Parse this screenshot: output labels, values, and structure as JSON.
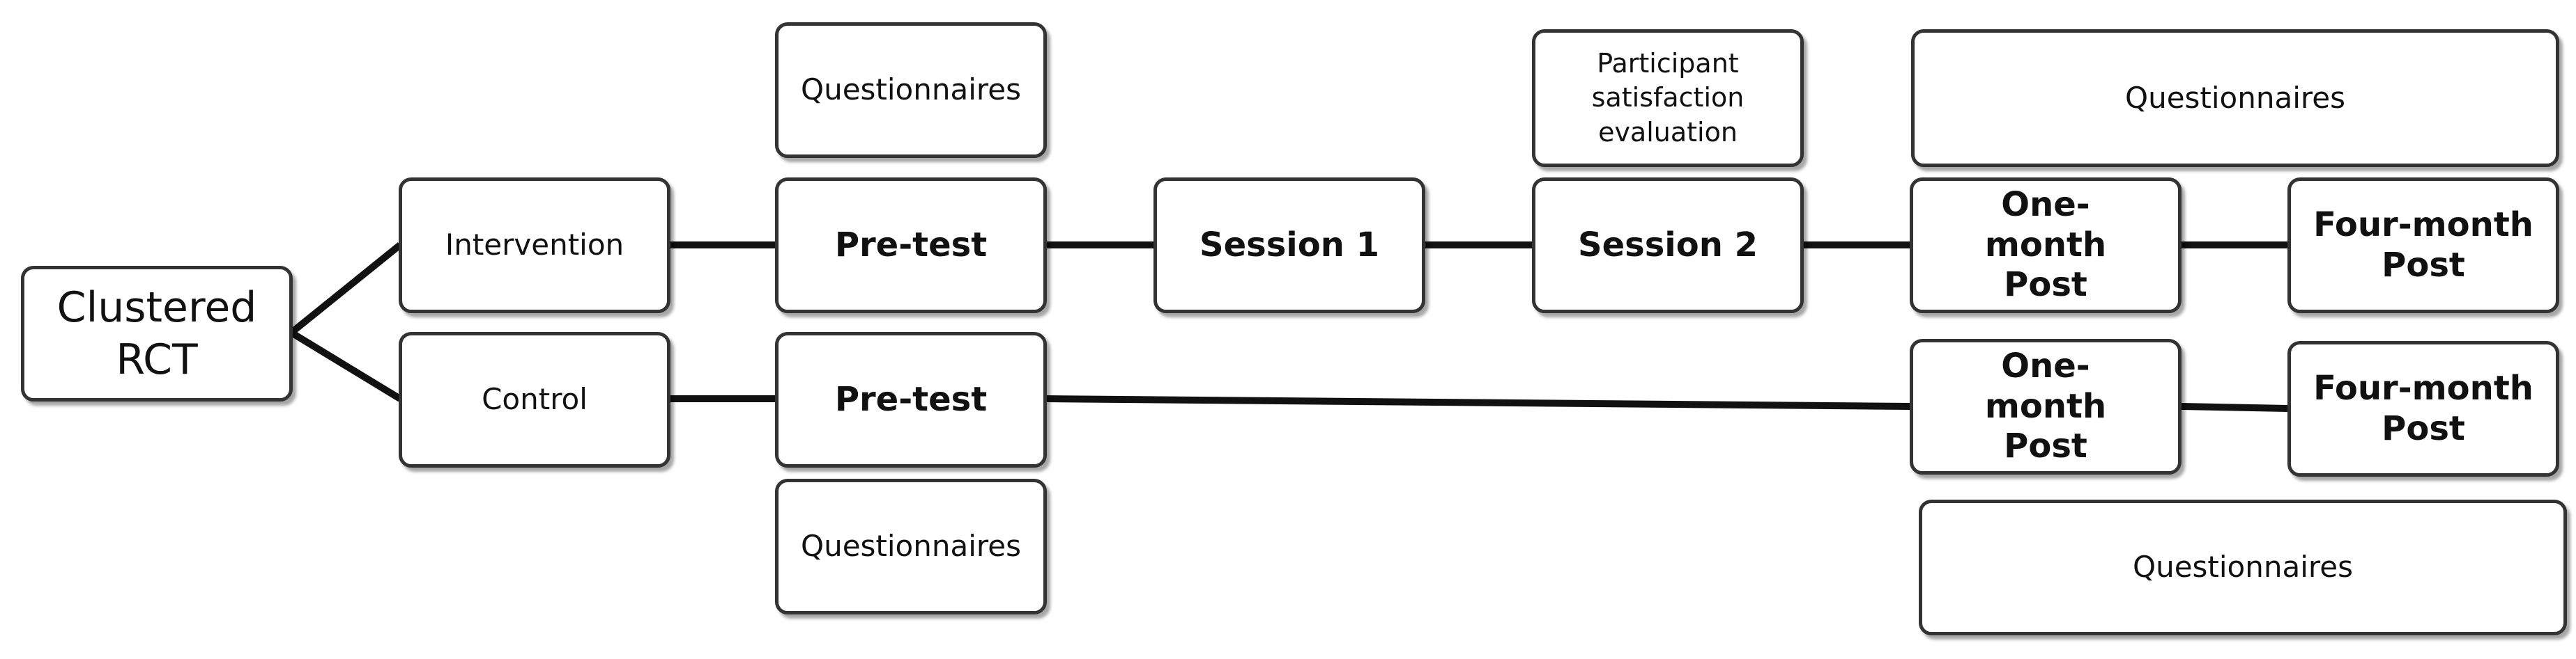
{
  "diagram": {
    "root": {
      "label": "Clustered RCT"
    },
    "arms": {
      "intervention": {
        "label": "Intervention",
        "pretest": "Pre-test",
        "pretest_questionnaires": "Questionnaires",
        "session1": "Session 1",
        "session2": "Session 2",
        "satisfaction": "Participant satisfaction evaluation",
        "one_month": "One-month Post",
        "four_month": "Four-month Post",
        "post_questionnaires": "Questionnaires"
      },
      "control": {
        "label": "Control",
        "pretest": "Pre-test",
        "pretest_questionnaires": "Questionnaires",
        "one_month": "One-month Post",
        "four_month": "Four-month Post",
        "post_questionnaires": "Questionnaires"
      }
    }
  }
}
